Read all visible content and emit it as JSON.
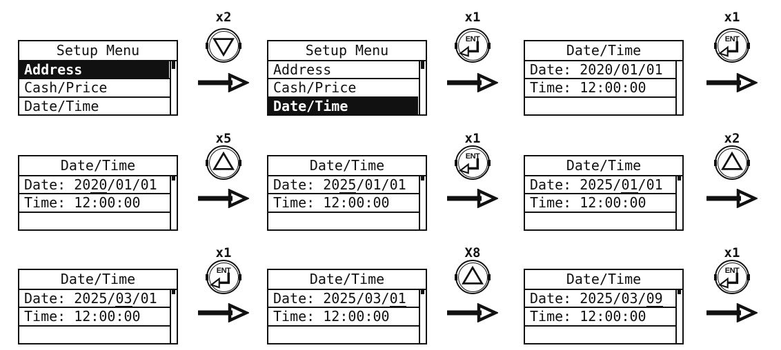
{
  "icons": {
    "ent_label": "ENT"
  },
  "steps": [
    {
      "press_count": "x2",
      "button": "down-arrow",
      "screen": {
        "title": "Setup Menu",
        "items": [
          "Address",
          "Cash/Price",
          "Date/Time"
        ],
        "selected_item": "Address"
      }
    },
    {
      "press_count": "x1",
      "button": "enter",
      "screen": {
        "title": "Setup Menu",
        "items": [
          "Address",
          "Cash/Price",
          "Date/Time"
        ],
        "selected_item": "Date/Time"
      }
    },
    {
      "press_count": "x1",
      "button": "enter",
      "screen": {
        "title": "Date/Time",
        "date_pre": "Date: 2020/01/01",
        "date_u": "",
        "date_post": "",
        "time": "Time: 12:00:00"
      }
    },
    {
      "press_count": "x5",
      "button": "up-arrow",
      "screen": {
        "title": "Date/Time",
        "date_pre": "Date: 20",
        "date_u": "20",
        "date_post": "/01/01",
        "time": "Time: 12:00:00"
      }
    },
    {
      "press_count": "x1",
      "button": "enter",
      "screen": {
        "title": "Date/Time",
        "date_pre": "Date: 20",
        "date_u": "25",
        "date_post": "/01/01",
        "time": "Time: 12:00:00"
      }
    },
    {
      "press_count": "x2",
      "button": "up-arrow",
      "screen": {
        "title": "Date/Time",
        "date_pre": "Date: 2025/",
        "date_u": "01",
        "date_post": "/01",
        "time": "Time: 12:00:00"
      }
    },
    {
      "press_count": "x1",
      "button": "enter",
      "screen": {
        "title": "Date/Time",
        "date_pre": "Date: 2025/",
        "date_u": "03",
        "date_post": "/01",
        "time": "Time: 12:00:00"
      }
    },
    {
      "press_count": "X8",
      "button": "up-arrow",
      "screen": {
        "title": "Date/Time",
        "date_pre": "Date: 2025/03/",
        "date_u": "01",
        "date_post": "",
        "time": "Time: 12:00:00"
      }
    },
    {
      "press_count": "x1",
      "button": "enter",
      "screen": {
        "title": "Date/Time",
        "date_pre": "Date: 2025/03/",
        "date_u": "09",
        "date_post": "",
        "time": "Time: 12:00:00"
      }
    }
  ]
}
